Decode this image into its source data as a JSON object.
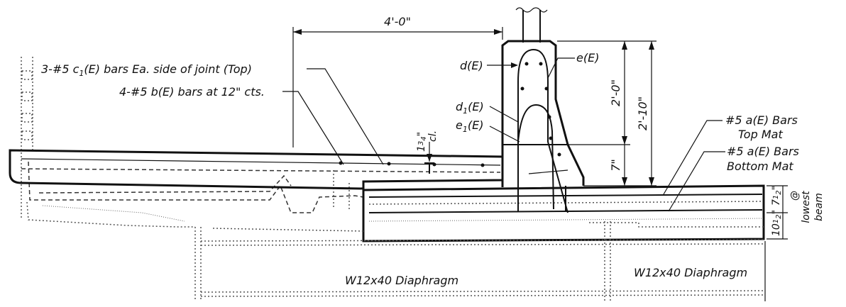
{
  "labels": {
    "c1_bars_prefix": "3-#5 c",
    "c1_bars_sub": "1",
    "c1_bars_suffix": "(E) bars Ea. side of joint (Top)",
    "b_bars": "4-#5 b(E) bars at 12\" cts.",
    "d_bar": "d(E)",
    "e_bar": "e(E)",
    "d1_prefix": "d",
    "d1_sub": "1",
    "d1_suffix": "(E)",
    "e1_prefix": "e",
    "e1_sub": "1",
    "e1_suffix": "(E)",
    "a_top_line1": "#5 a(E) Bars",
    "a_top_line2": "Top Mat",
    "a_bot_line1": "#5 a(E) Bars",
    "a_bot_line2": "Bottom Mat",
    "diaphragm_left": "W12x40 Diaphragm",
    "diaphragm_right": "W12x40 Diaphragm",
    "lowest_line1": "lowest",
    "lowest_line2": "beam"
  },
  "dimensions": {
    "width_4_0": "4'-0\"",
    "height_2_0": "2'-0\"",
    "height_2_10": "2'-10\"",
    "height_7": "7\"",
    "clear_whole": "1",
    "clear_frac": "3",
    "clear_den": "4",
    "clear_unit": "\"",
    "clear_cl": "cl.",
    "depth_7_whole": "7",
    "depth_7_frac": "1",
    "depth_7_den": "2",
    "depth_7_unit": "\"",
    "depth_10_whole": "10",
    "depth_10_frac": "1",
    "depth_10_den": "2",
    "depth_10_unit": "\"",
    "at_symbol": "@"
  }
}
